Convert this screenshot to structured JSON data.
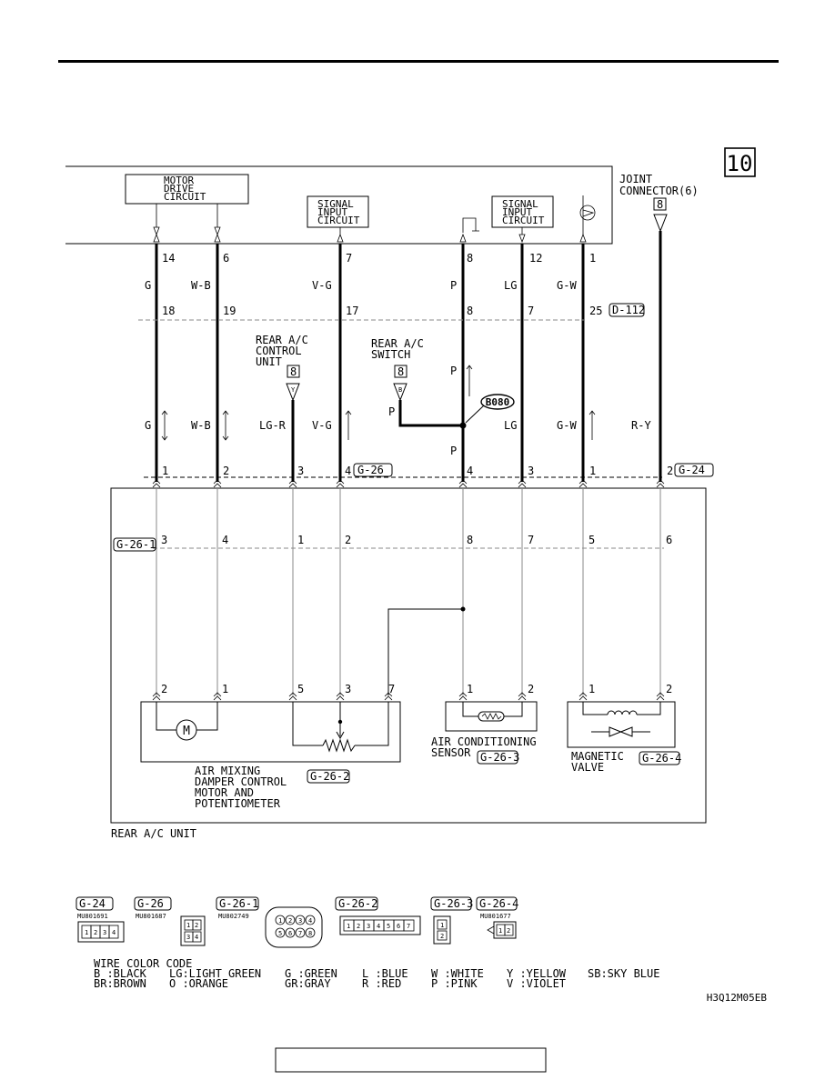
{
  "page_number": "10",
  "joint_connector": {
    "label_line1": "JOINT",
    "label_line2": "CONNECTOR(6)",
    "pin": "8"
  },
  "ecu_boxes": {
    "motor_drive": [
      "MOTOR",
      "DRIVE",
      "CIRCUIT"
    ],
    "signal_input_1": [
      "SIGNAL",
      "INPUT",
      "CIRCUIT"
    ],
    "signal_input_2": [
      "SIGNAL",
      "INPUT",
      "CIRCUIT"
    ]
  },
  "top_pins": [
    "14",
    "6",
    "7",
    "8",
    "12",
    "1"
  ],
  "wire_colors_top": [
    "G",
    "W-B",
    "V-G",
    "P",
    "LG",
    "G-W"
  ],
  "d112_pins": [
    "18",
    "19",
    "17",
    "8",
    "7",
    "25"
  ],
  "connector_codes": {
    "d112": "D-112",
    "g24": "G-24",
    "g26": "G-26",
    "g26_1": "G-26-1",
    "g26_2": "G-26-2",
    "g26_3": "G-26-3",
    "g26_4": "G-26-4"
  },
  "rear_ac_control_unit": {
    "line1": "REAR A/C",
    "line2": "CONTROL",
    "line3": "UNIT",
    "box": "8",
    "terminal": "Y"
  },
  "rear_ac_switch": {
    "line1": "REAR A/C",
    "line2": "SWITCH",
    "box": "8",
    "terminal": "B"
  },
  "splice": "B080",
  "wire_colors_mid": [
    "G",
    "W-B",
    "LG-R",
    "V-G",
    "P",
    "P",
    "P",
    "LG",
    "G-W",
    "R-Y"
  ],
  "g26_pins": [
    "1",
    "2",
    "3",
    "4"
  ],
  "g24_pins": [
    "4",
    "3",
    "1",
    "2"
  ],
  "g261_pins": [
    "3",
    "4",
    "1",
    "2",
    "8",
    "7",
    "5",
    "6"
  ],
  "component_pins": [
    "2",
    "1",
    "5",
    "3",
    "7",
    "1",
    "2",
    "1",
    "2"
  ],
  "components": {
    "damper": [
      "AIR MIXING",
      "DAMPER CONTROL",
      "MOTOR AND",
      "POTENTIOMETER"
    ],
    "motor_symbol": "M",
    "sensor": [
      "AIR CONDITIONING",
      "SENSOR"
    ],
    "valve": [
      "MAGNETIC",
      "VALVE"
    ]
  },
  "rear_ac_unit": "REAR A/C UNIT",
  "connector_parts": {
    "g24": "MU801691",
    "g26": "MU801687",
    "g26_1": "MU802749",
    "g26_4": "MU801677"
  },
  "connector_faces": {
    "g24": [
      "1",
      "2",
      "3",
      "4"
    ],
    "g26": [
      "1",
      "2",
      "3",
      "4"
    ],
    "g26_1": [
      "1",
      "2",
      "3",
      "4",
      "5",
      "6",
      "7",
      "8"
    ],
    "g26_2": [
      "1",
      "2",
      "3",
      "4",
      "5",
      "6",
      "7"
    ],
    "g26_3": [
      "1",
      "2"
    ],
    "g26_4": [
      "1",
      "2"
    ]
  },
  "wire_color_code": {
    "title": "WIRE COLOR CODE",
    "row1": [
      "B :BLACK",
      "LG:LIGHT GREEN",
      "G :GREEN",
      "L :BLUE",
      "W :WHITE",
      "Y :YELLOW",
      "SB:SKY BLUE"
    ],
    "row2": [
      "BR:BROWN",
      "O :ORANGE",
      "GR:GRAY",
      "R :RED",
      "P :PINK",
      "V :VIOLET"
    ]
  },
  "figure_code": "H3Q12M05EB"
}
